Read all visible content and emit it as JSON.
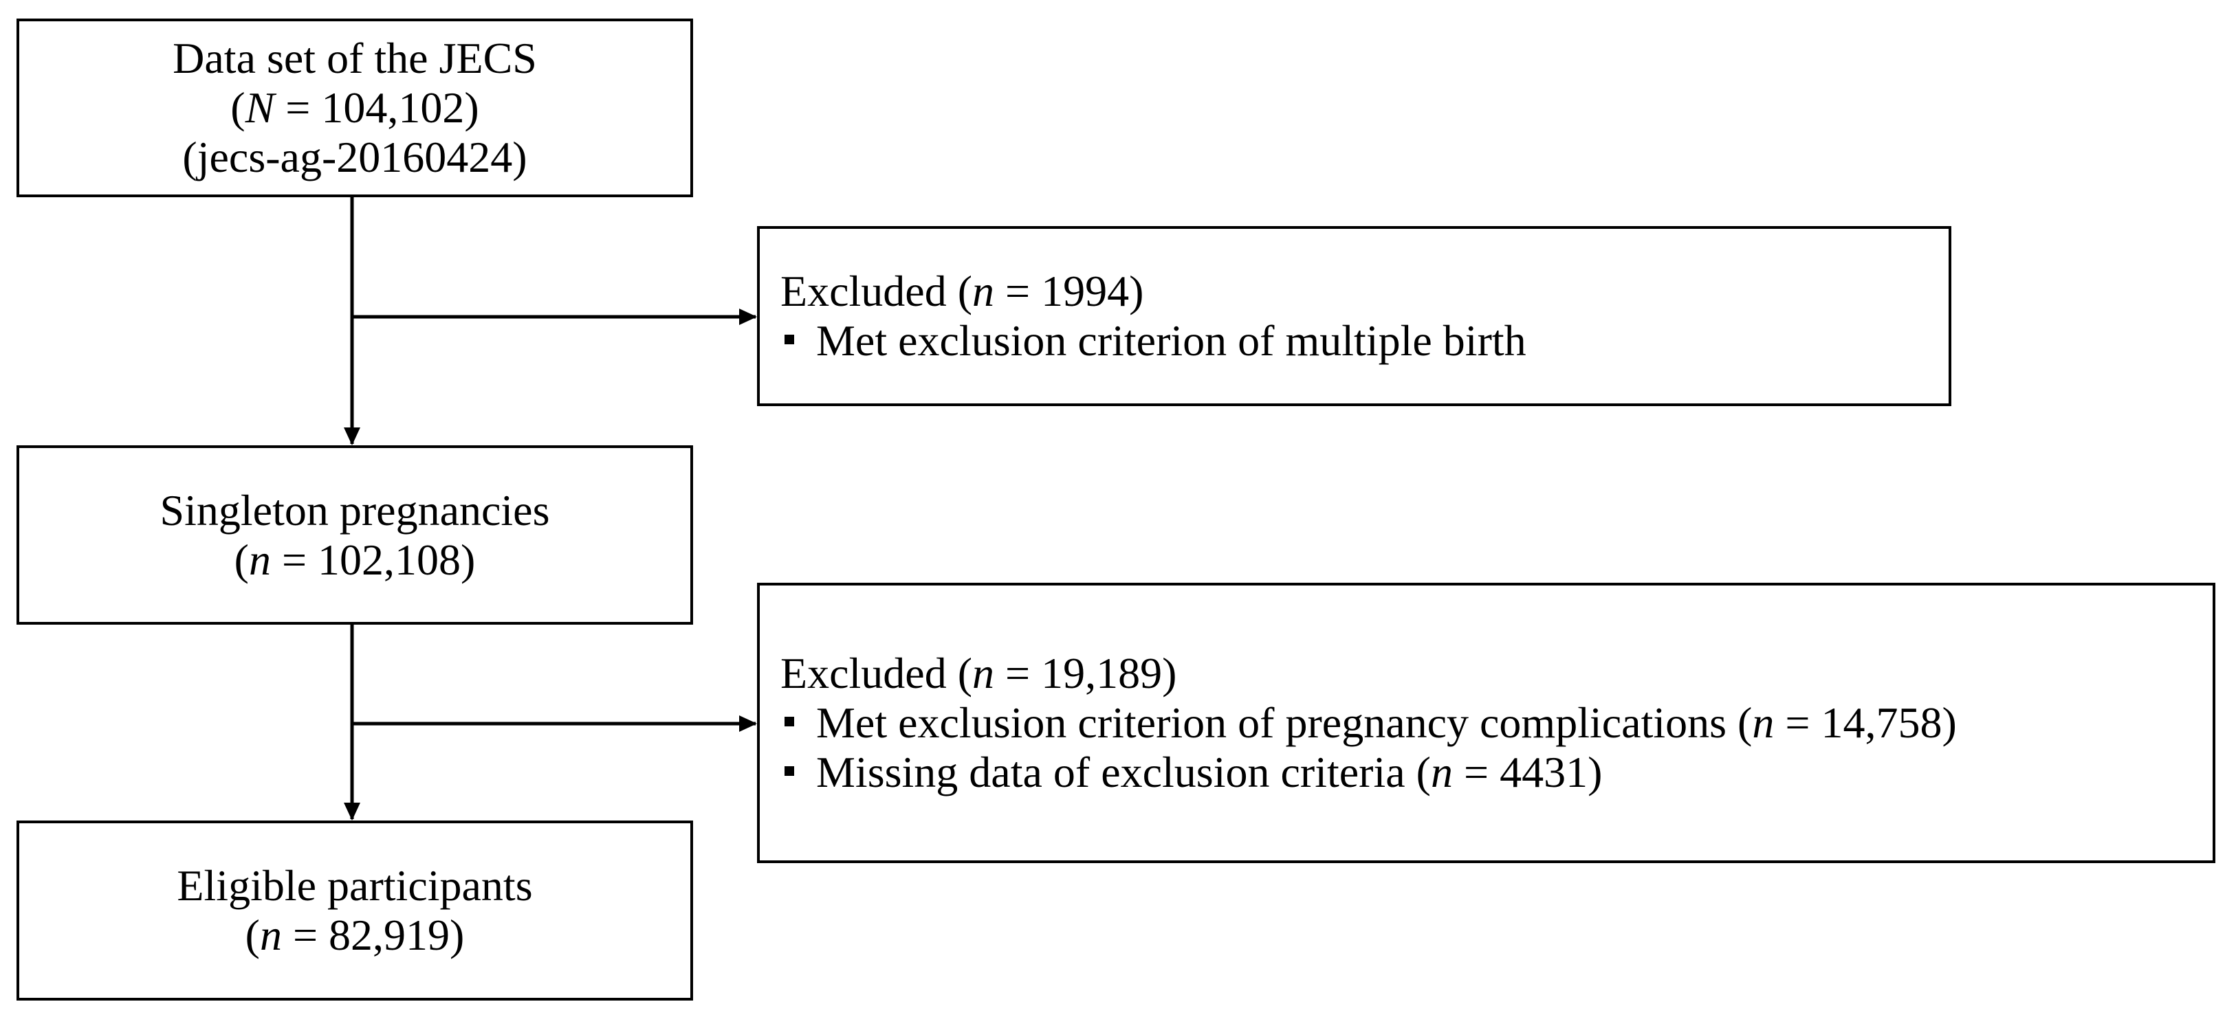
{
  "boxes": {
    "dataset": {
      "line1": "Data set of the JECS",
      "line2_var": "N",
      "line2_rest": " = 104,102)",
      "line3": "(jecs-ag-20160424)"
    },
    "singleton": {
      "line1": "Singleton pregnancies",
      "line2_var": "n",
      "line2_rest": " = 102,108)"
    },
    "eligible": {
      "line1": "Eligible participants",
      "line2_var": "n",
      "line2_rest": " = 82,919)"
    }
  },
  "exclusions": {
    "first": {
      "title_prefix": "Excluded (",
      "title_var": "n",
      "title_rest": " = 1994)",
      "items": [
        {
          "text": "Met exclusion criterion of multiple birth"
        }
      ]
    },
    "second": {
      "title_prefix": "Excluded (",
      "title_var": "n",
      "title_rest": " = 19,189)",
      "items": [
        {
          "prefix": "Met exclusion criterion of pregnancy complications (",
          "var": "n",
          "rest": " = 14,758)"
        },
        {
          "prefix": "Missing data of exclusion criteria (",
          "var": "n",
          "rest": " = 4431)"
        }
      ]
    }
  },
  "open_paren": "("
}
